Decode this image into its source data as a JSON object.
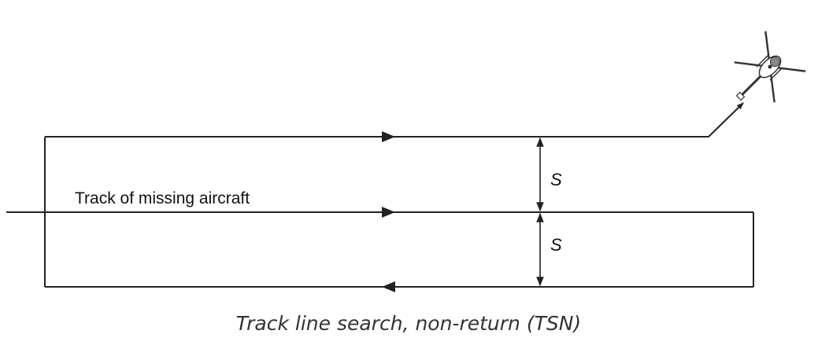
{
  "diagram": {
    "track_label": "Track of missing aircraft",
    "spacing_label_upper": "S",
    "spacing_label_lower": "S",
    "caption": "Track line search, non-return (TSN)"
  },
  "icons": {
    "aircraft": "helicopter-icon"
  }
}
